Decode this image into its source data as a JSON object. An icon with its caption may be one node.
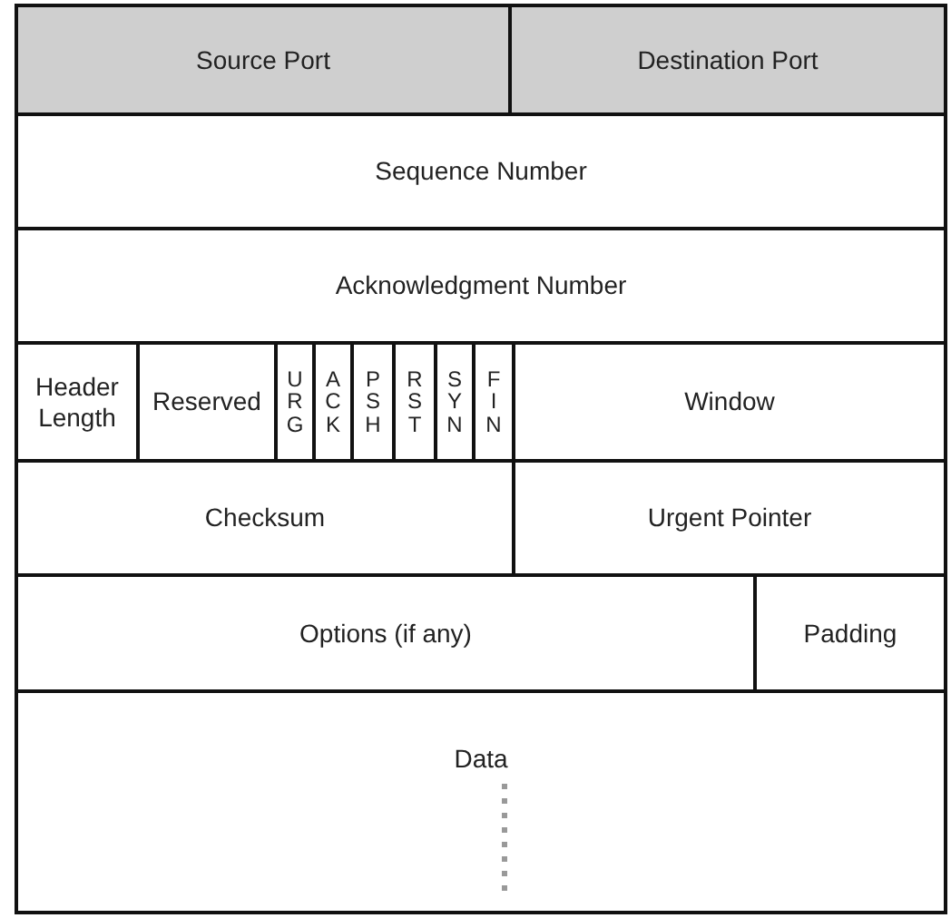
{
  "diagram": {
    "labels": [
      "Source Port",
      "Destination Port",
      "Sequence Number",
      "Acknowledgment Number",
      "Header Length",
      "Reserved",
      "URG",
      "ACK",
      "PSH",
      "RST",
      "SYN",
      "FIN",
      "Window",
      "Checksum",
      "Urgent Pointer",
      "Options (if any)",
      "Padding",
      "Data"
    ]
  }
}
